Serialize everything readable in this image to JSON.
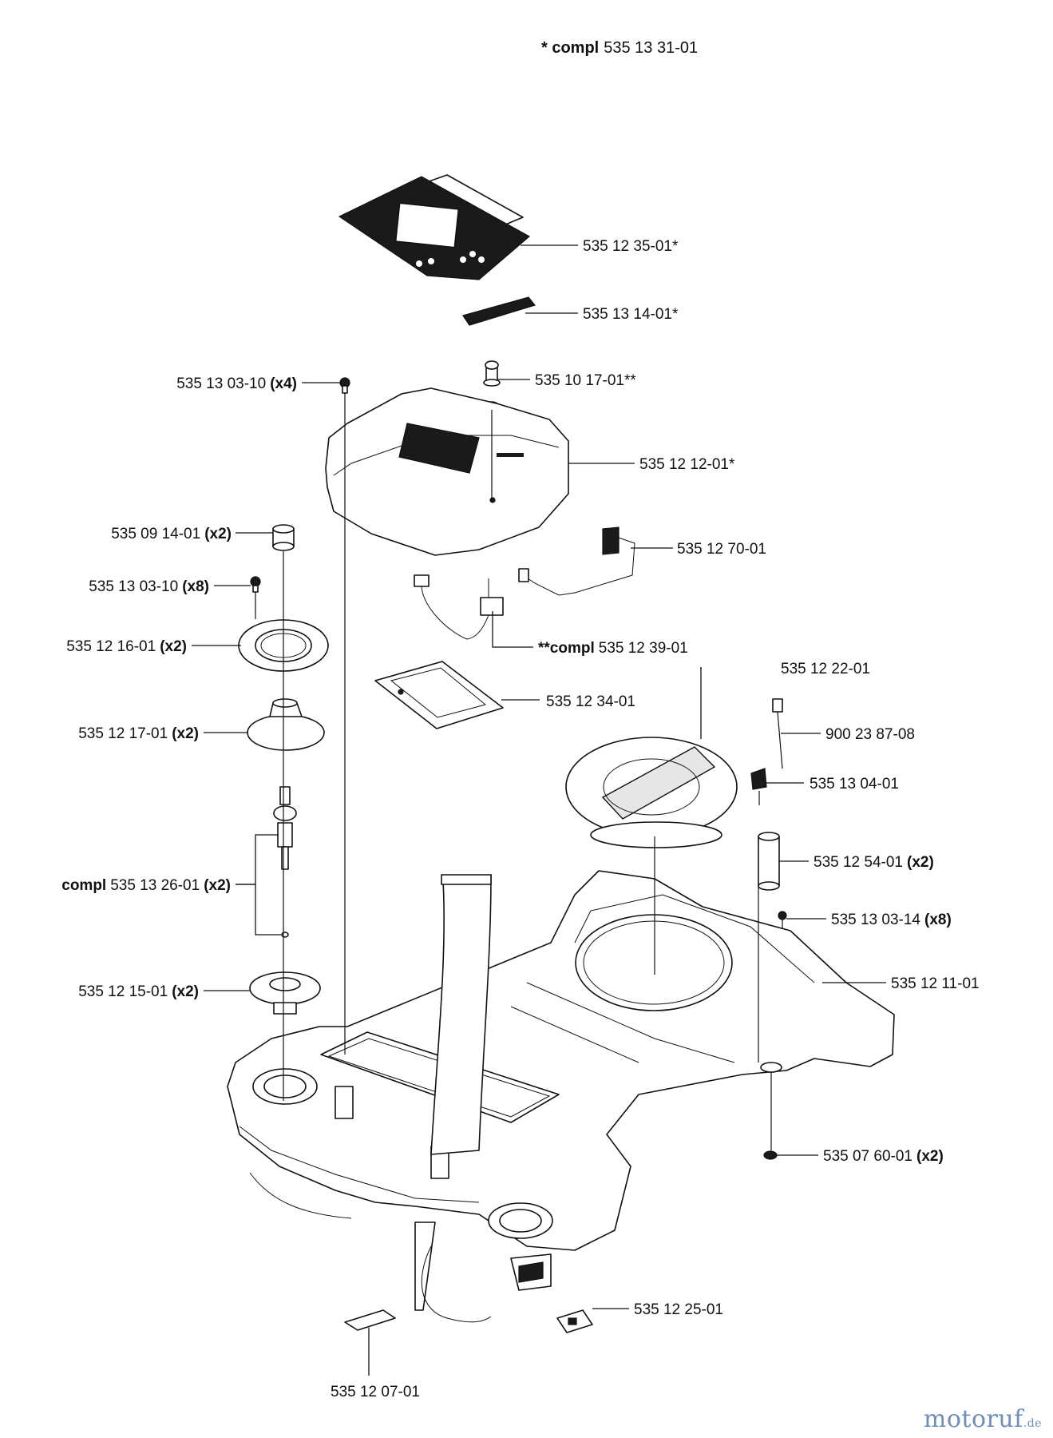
{
  "header": {
    "assembly_prefix": "* compl",
    "assembly_number": "535 13 31-01"
  },
  "parts": [
    {
      "id": "p1",
      "number": "535 12 35-01*"
    },
    {
      "id": "p2",
      "number": "535 13 14-01*"
    },
    {
      "id": "p3",
      "number": "535 13 03-10",
      "qty": "(x4)"
    },
    {
      "id": "p4",
      "number": "535 10 17-01**"
    },
    {
      "id": "p5",
      "number": "535 12 12-01*"
    },
    {
      "id": "p6",
      "number": "535 09 14-01",
      "qty": "(x2)"
    },
    {
      "id": "p7",
      "number": "535 12 70-01"
    },
    {
      "id": "p8",
      "number": "535 13 03-10",
      "qty": "(x8)"
    },
    {
      "id": "p9",
      "number": "535 12 16-01",
      "qty": "(x2)"
    },
    {
      "id": "p10",
      "prefix": "**compl",
      "number": "535 12 39-01"
    },
    {
      "id": "p11",
      "number": "535 12 22-01"
    },
    {
      "id": "p12",
      "number": "535 12 34-01"
    },
    {
      "id": "p13",
      "number": "535 12 17-01",
      "qty": "(x2)"
    },
    {
      "id": "p14",
      "number": "900 23 87-08"
    },
    {
      "id": "p15",
      "number": "535 13 04-01"
    },
    {
      "id": "p16",
      "prefix": "compl",
      "number": "535 13 26-01",
      "qty": "(x2)"
    },
    {
      "id": "p17",
      "number": "535 12 54-01",
      "qty": "(x2)"
    },
    {
      "id": "p18",
      "number": "535 13 03-14",
      "qty": "(x8)"
    },
    {
      "id": "p19",
      "number": "535 12 15-01",
      "qty": "(x2)"
    },
    {
      "id": "p20",
      "number": "535 12 11-01"
    },
    {
      "id": "p21",
      "number": "535 07 60-01",
      "qty": "(x2)"
    },
    {
      "id": "p22",
      "number": "535 12 25-01"
    },
    {
      "id": "p23",
      "number": "535 12 07-01"
    }
  ],
  "watermark": {
    "brand": "motoruf",
    "suffix": ".de",
    "brand_color": "#6d8fb8"
  }
}
